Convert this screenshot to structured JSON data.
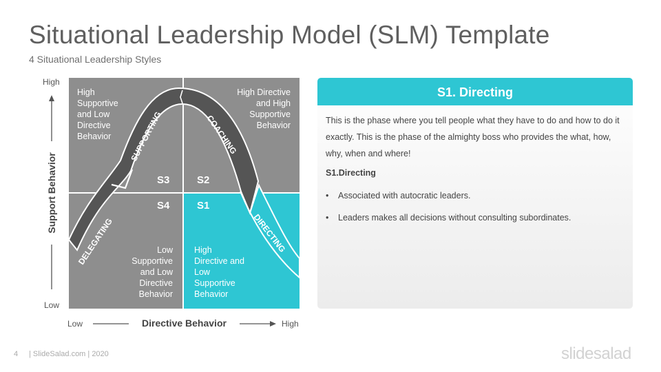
{
  "header": {
    "title": "Situational Leadership Model (SLM) Template",
    "subtitle": "4 Situational Leadership Styles"
  },
  "axes": {
    "y_high": "High",
    "y_low": "Low",
    "y_label": "Support Behavior",
    "x_low": "Low",
    "x_high": "High",
    "x_label": "Directive Behavior"
  },
  "quadrants": {
    "top_left": [
      "High",
      "Supportive",
      "and Low",
      "Directive",
      "Behavior"
    ],
    "top_right": [
      "High Directive",
      "and High",
      "Supportive",
      "Behavior"
    ],
    "bottom_left": [
      "Low",
      "Supportive",
      "and Low",
      "Directive",
      "Behavior"
    ],
    "bottom_right": [
      "High",
      "Directive and",
      "Low",
      "Supportive",
      "Behavior"
    ]
  },
  "styles": {
    "s1": "S1",
    "s2": "S2",
    "s3": "S3",
    "s4": "S4"
  },
  "curve_labels": {
    "supporting": "SUPPORTING",
    "coaching": "COACHING",
    "delegating": "DELEGATING",
    "directing": "DIRECTING"
  },
  "panel": {
    "title": "S1. Directing",
    "paragraph": "This is the phase where you tell people what they have to do and how to do it exactly. This is the phase of the almighty boss who provides the what, how, why, when and where!",
    "subheading": "S1.Directing",
    "bullets": [
      "Associated with autocratic leaders.",
      "Leaders makes all decisions without consulting subordinates."
    ]
  },
  "footer": {
    "page_number": "4",
    "text": "| SlideSalad.com | 2020",
    "brand": "slidesalad"
  },
  "colors": {
    "accent": "#2ec6d3",
    "quadrant_gray": "#8e8e8e",
    "curve_dark": "#555555"
  }
}
